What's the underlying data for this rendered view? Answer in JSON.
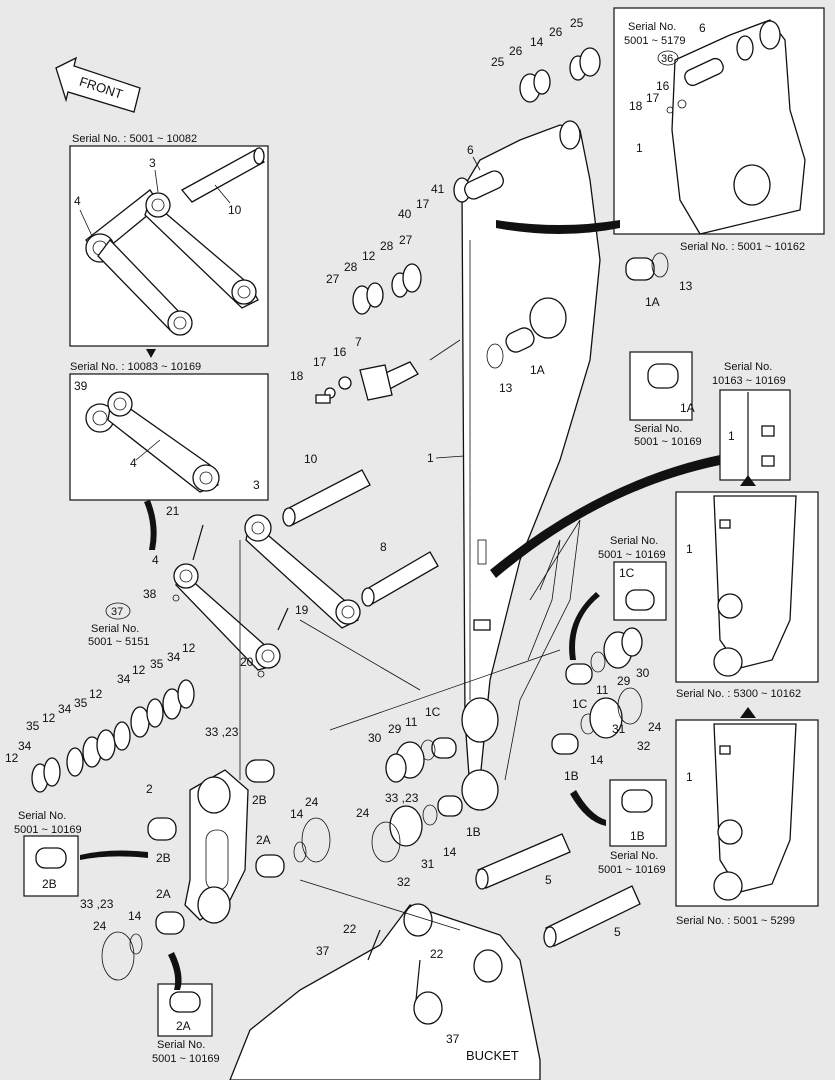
{
  "front_label": "FRONT",
  "bucket_label": "BUCKET",
  "serial_captions": {
    "link_a": "Serial No. : 5001 ~ 10082",
    "link_b": "Serial No. : 10083 ~ 10169",
    "boom_top": "Serial No. : 5001 ~ 10162",
    "boom_mid": "Serial No. : 5300 ~ 10162",
    "boom_low": "Serial No. : 5001 ~ 5299",
    "inset_1A": [
      "Serial No.",
      "5001 ~ 10169"
    ],
    "inset_1C": [
      "Serial No.",
      "5001 ~ 10169"
    ],
    "inset_1B": [
      "Serial No.",
      "5001 ~ 10169"
    ],
    "inset_2B": [
      "Serial No.",
      "5001 ~ 10169"
    ],
    "inset_2A": [
      "Serial No.",
      "5001 ~ 10169"
    ],
    "top_right": [
      "Serial No.",
      "5001 ~ 5179"
    ],
    "plate_small": [
      "Serial No.",
      "10163 ~ 10169"
    ],
    "circle_37": [
      "Serial No.",
      "5001 ~ 5151"
    ]
  },
  "circled_refs": [
    "36",
    "37"
  ],
  "inset_parts": [
    "1A",
    "1C",
    "1B",
    "2B",
    "2A",
    "39"
  ],
  "callouts": [
    "1",
    "2",
    "3",
    "4",
    "5",
    "6",
    "7",
    "8",
    "10",
    "11",
    "12",
    "13",
    "14",
    "16",
    "17",
    "18",
    "19",
    "20",
    "21",
    "22",
    "23",
    "24",
    "25",
    "26",
    "27",
    "28",
    "29",
    "30",
    "31",
    "32",
    "33",
    "34",
    "35",
    "37",
    "38",
    "40",
    "41",
    "1A",
    "1B",
    "1C",
    "2A",
    "2B",
    "33 ,23"
  ]
}
